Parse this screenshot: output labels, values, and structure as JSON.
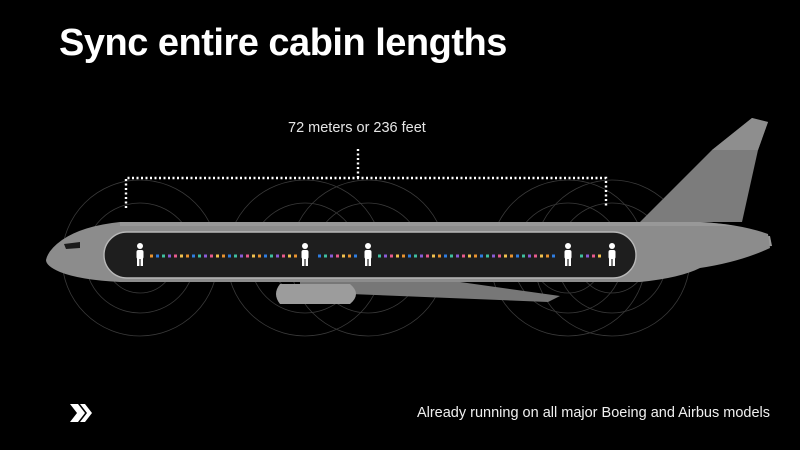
{
  "title": "Sync entire cabin lengths",
  "measurement_label": "72 meters or 236 feet",
  "footer_text": "Already running on all major Boeing and Airbus models",
  "icons": {
    "logo": "double-chevron-logo-icon",
    "passenger": "person-icon"
  },
  "colors": {
    "background": "#000000",
    "fuselage": "#8c8c8c",
    "cabin_window": "#1e1e1e",
    "sync_dots": [
      "#e8932f",
      "#2f7de1",
      "#3fbf9f",
      "#8a5cd6",
      "#e85a8c",
      "#f2c14e"
    ]
  }
}
